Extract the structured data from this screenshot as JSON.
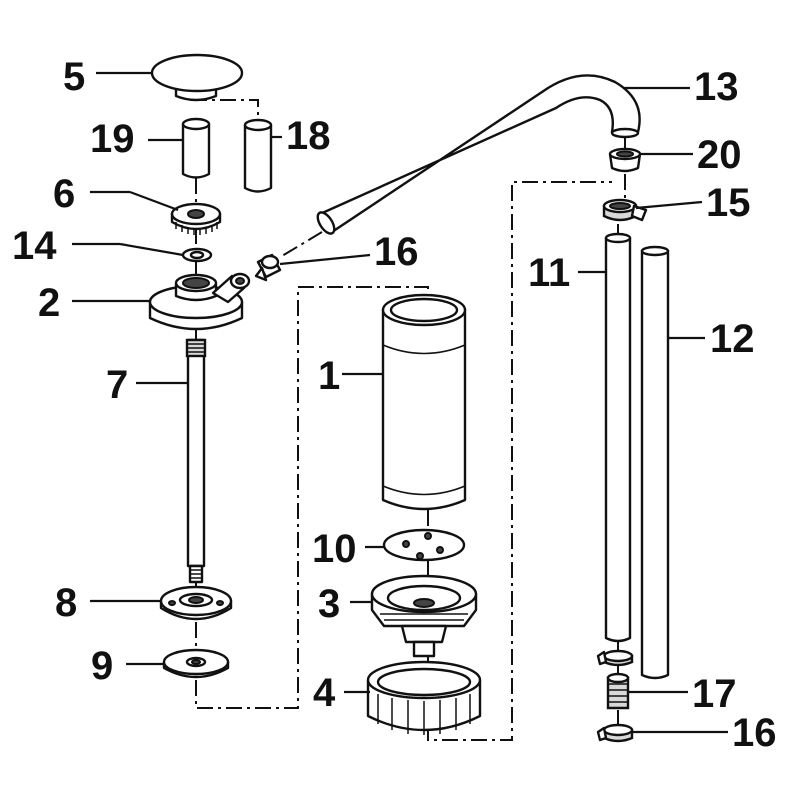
{
  "labels": {
    "p1": "1",
    "p2": "2",
    "p3": "3",
    "p4": "4",
    "p5": "5",
    "p6": "6",
    "p7": "7",
    "p8": "8",
    "p9": "9",
    "p10": "10",
    "p11": "11",
    "p12": "12",
    "p13": "13",
    "p14": "14",
    "p15": "15",
    "p16a": "16",
    "p16b": "16",
    "p17": "17",
    "p18": "18",
    "p19": "19",
    "p20": "20"
  },
  "colors": {
    "line": "#111111",
    "background": "#ffffff"
  }
}
